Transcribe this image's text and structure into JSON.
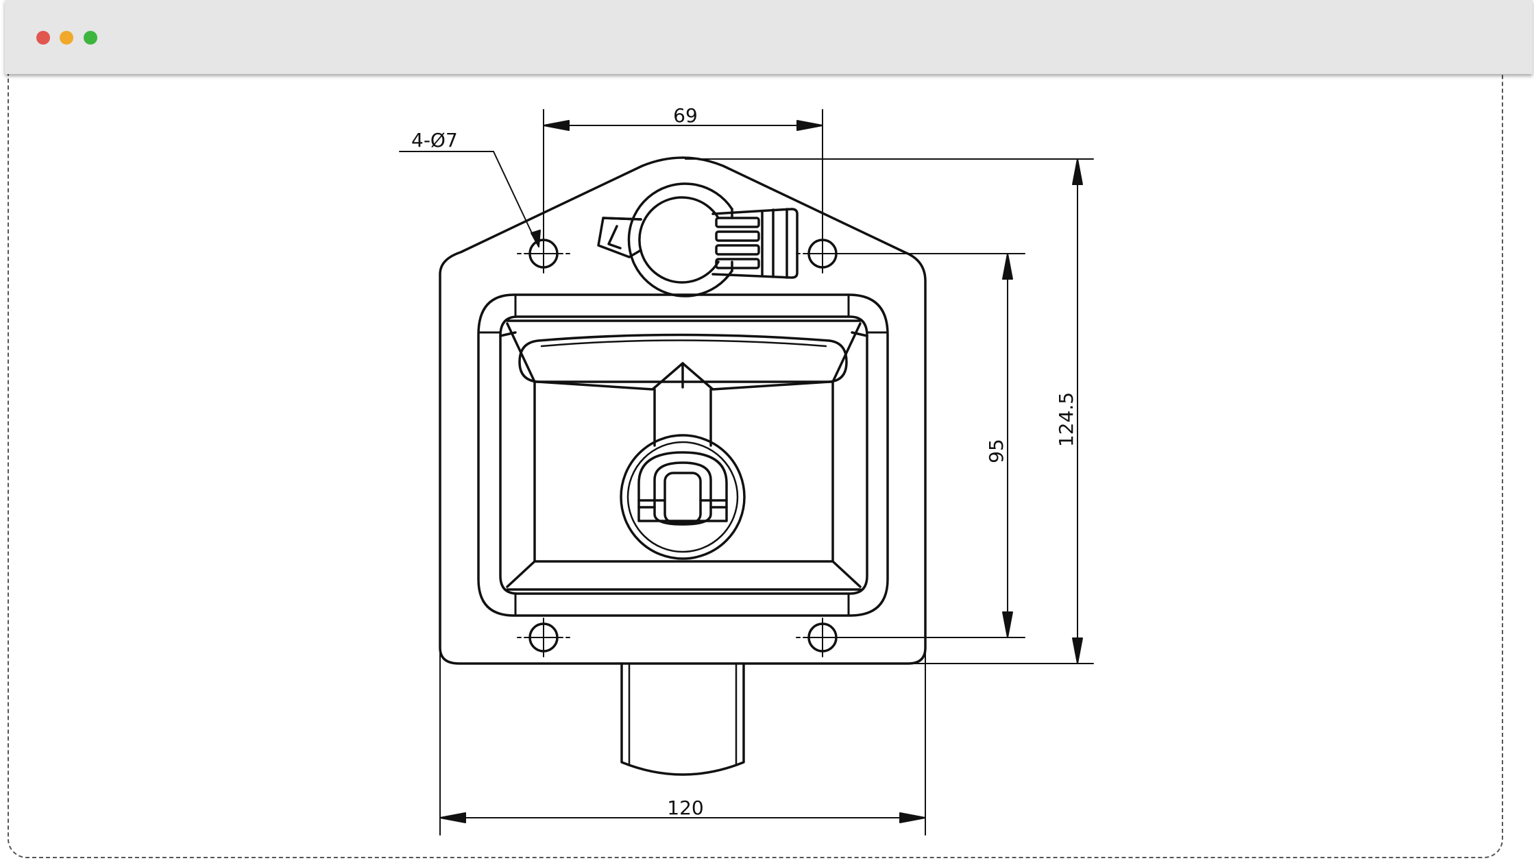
{
  "window": {
    "controls": {
      "close_color": "#e0574f",
      "minimize_color": "#f0a92a",
      "maximize_color": "#3db53f"
    }
  },
  "drawing": {
    "dimensions": {
      "hole_spec": "4-Ø7",
      "top_width": "69",
      "overall_height": "124.5",
      "hole_height": "95",
      "bottom_width": "120"
    },
    "line_color": "#111111"
  }
}
